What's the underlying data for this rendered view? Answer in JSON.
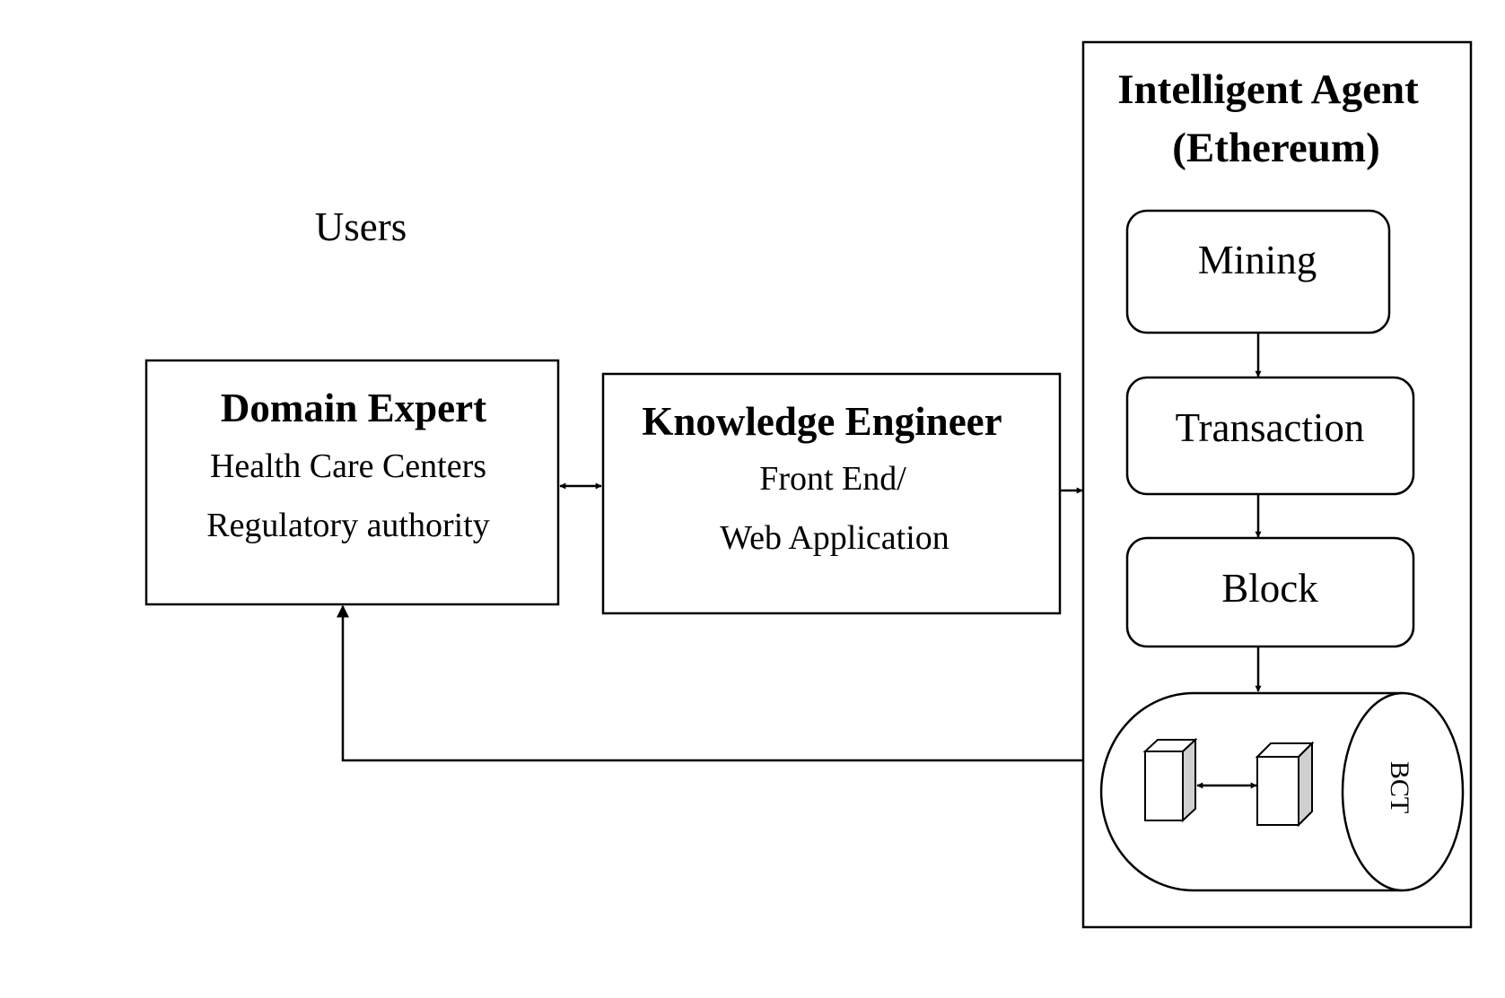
{
  "users_label": "Users",
  "domain_expert": {
    "title": "Domain Expert",
    "line1": "Health Care Centers",
    "line2": "Regulatory authority"
  },
  "knowledge_engineer": {
    "title": "Knowledge Engineer",
    "line1": "Front End/",
    "line2": "Web Application"
  },
  "intelligent_agent": {
    "title_line1": "Intelligent Agent",
    "title_line2": "(Ethereum)",
    "steps": [
      "Mining",
      "Transaction",
      "Block"
    ],
    "storage_label": "BCT"
  }
}
